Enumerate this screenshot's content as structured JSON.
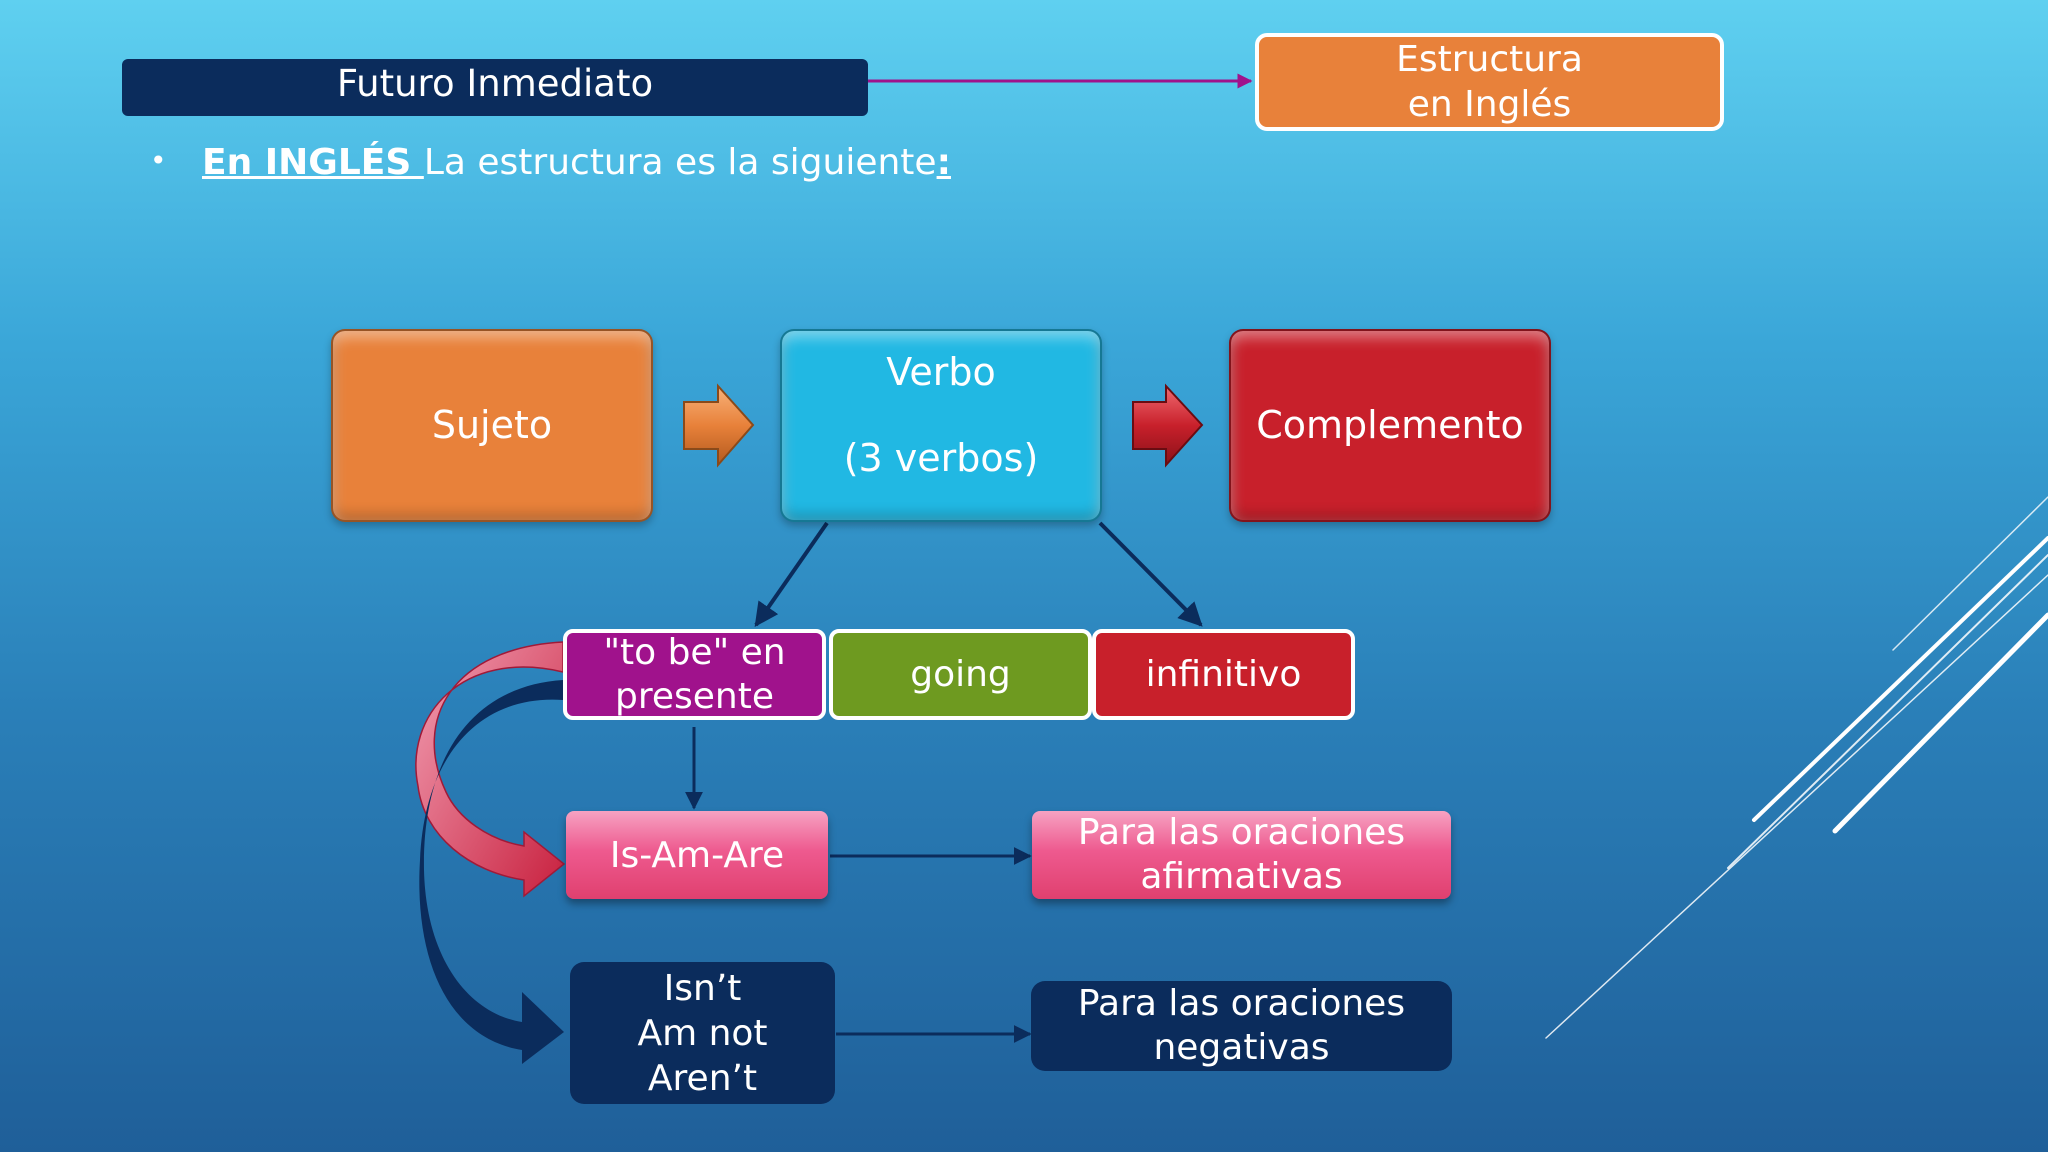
{
  "header": {
    "title": "Futuro Inmediato",
    "badge_line1": "Estructura",
    "badge_line2": "en Inglés"
  },
  "bullet": {
    "lead": "En INGLÉS ",
    "text": "La estructura es la siguiente",
    "colon": ":"
  },
  "structure": {
    "subject": "Sujeto",
    "verb_title": "Verbo",
    "verb_note": "(3 verbos)",
    "complement": "Complemento"
  },
  "verbs": {
    "tobe_line1": "\"to be\" en",
    "tobe_line2": "presente",
    "going": "going",
    "infinitive": "infinitivo"
  },
  "affirmative": {
    "forms": "Is-Am-Are",
    "label_line1": "Para las oraciones",
    "label_line2": "afirmativas"
  },
  "negative": {
    "form1": "Isn’t",
    "form2": "Am not",
    "form3": "Aren’t",
    "label_line1": "Para las oraciones",
    "label_line2": "negativas"
  },
  "colors": {
    "navy": "#0b2c5c",
    "orange": "#e8813a",
    "cyan": "#21b8e3",
    "red": "#c8202b",
    "magenta": "#a0128c",
    "green": "#6e9a20",
    "pink": "#ee5a8f",
    "connector_purple": "#a0128c"
  }
}
